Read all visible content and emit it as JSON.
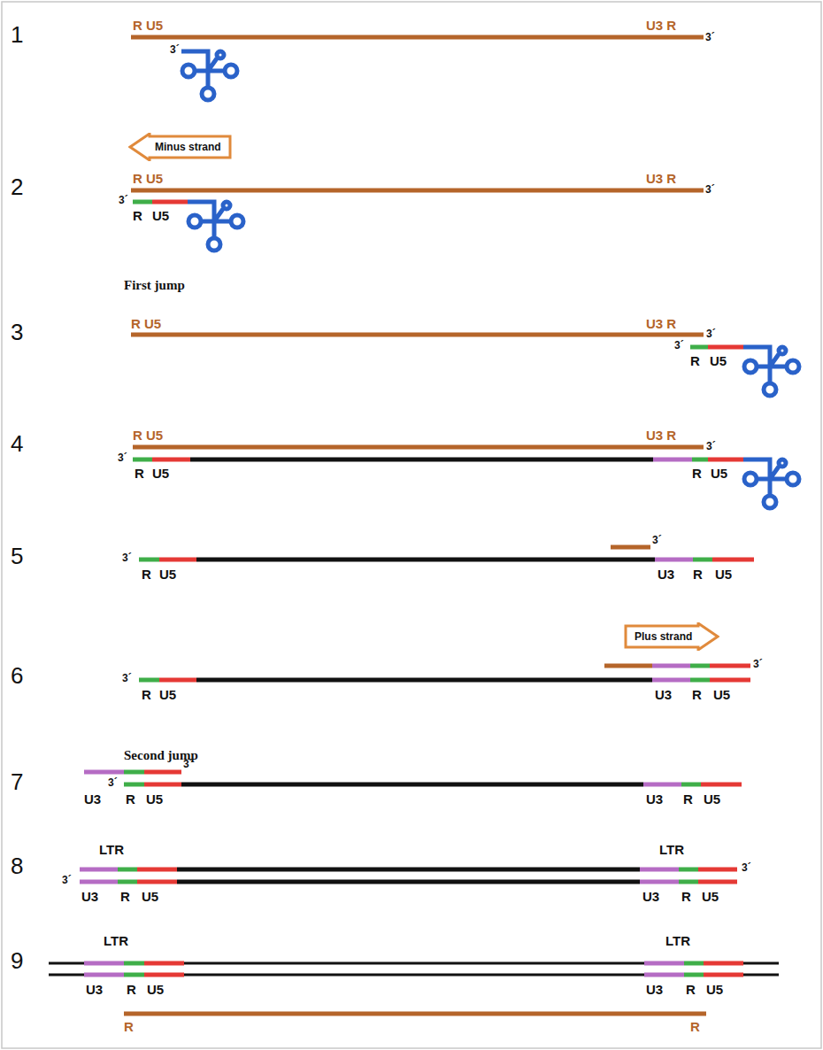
{
  "diagram": {
    "nodes": [
      {
        "text": [
          "Minus strand"
        ]
      },
      {
        "text": [
          "Plus strand"
        ]
      }
    ],
    "labels": [
      "1",
      "R U5",
      "U3 R",
      "3´",
      "3´",
      "2",
      "R U5",
      "U3 R",
      "3´",
      "3´",
      "R",
      "U5",
      "First jump",
      "3",
      "R U5",
      "U3 R",
      "3´",
      "3´",
      "R",
      "U5",
      "4",
      "R U5",
      "U3 R",
      "3´",
      "3´",
      "R",
      "U5",
      "R",
      "U5",
      "5",
      "3´",
      "R",
      "U5",
      "3´",
      "U3",
      "R",
      "U5",
      "6",
      "3´",
      "R",
      "U5",
      "3´",
      "U3",
      "R",
      "U5",
      "Second jump",
      "7",
      "3´",
      "3´",
      "U3",
      "R",
      "U5",
      "U3",
      "R",
      "U5",
      "8",
      "LTR",
      "LTR",
      "3´",
      "3´",
      "U3",
      "R",
      "U5",
      "U3",
      "R",
      "U5",
      "9",
      "LTR",
      "LTR",
      "U3",
      "R",
      "U5",
      "U3",
      "R",
      "U5",
      "R",
      "R"
    ]
  }
}
